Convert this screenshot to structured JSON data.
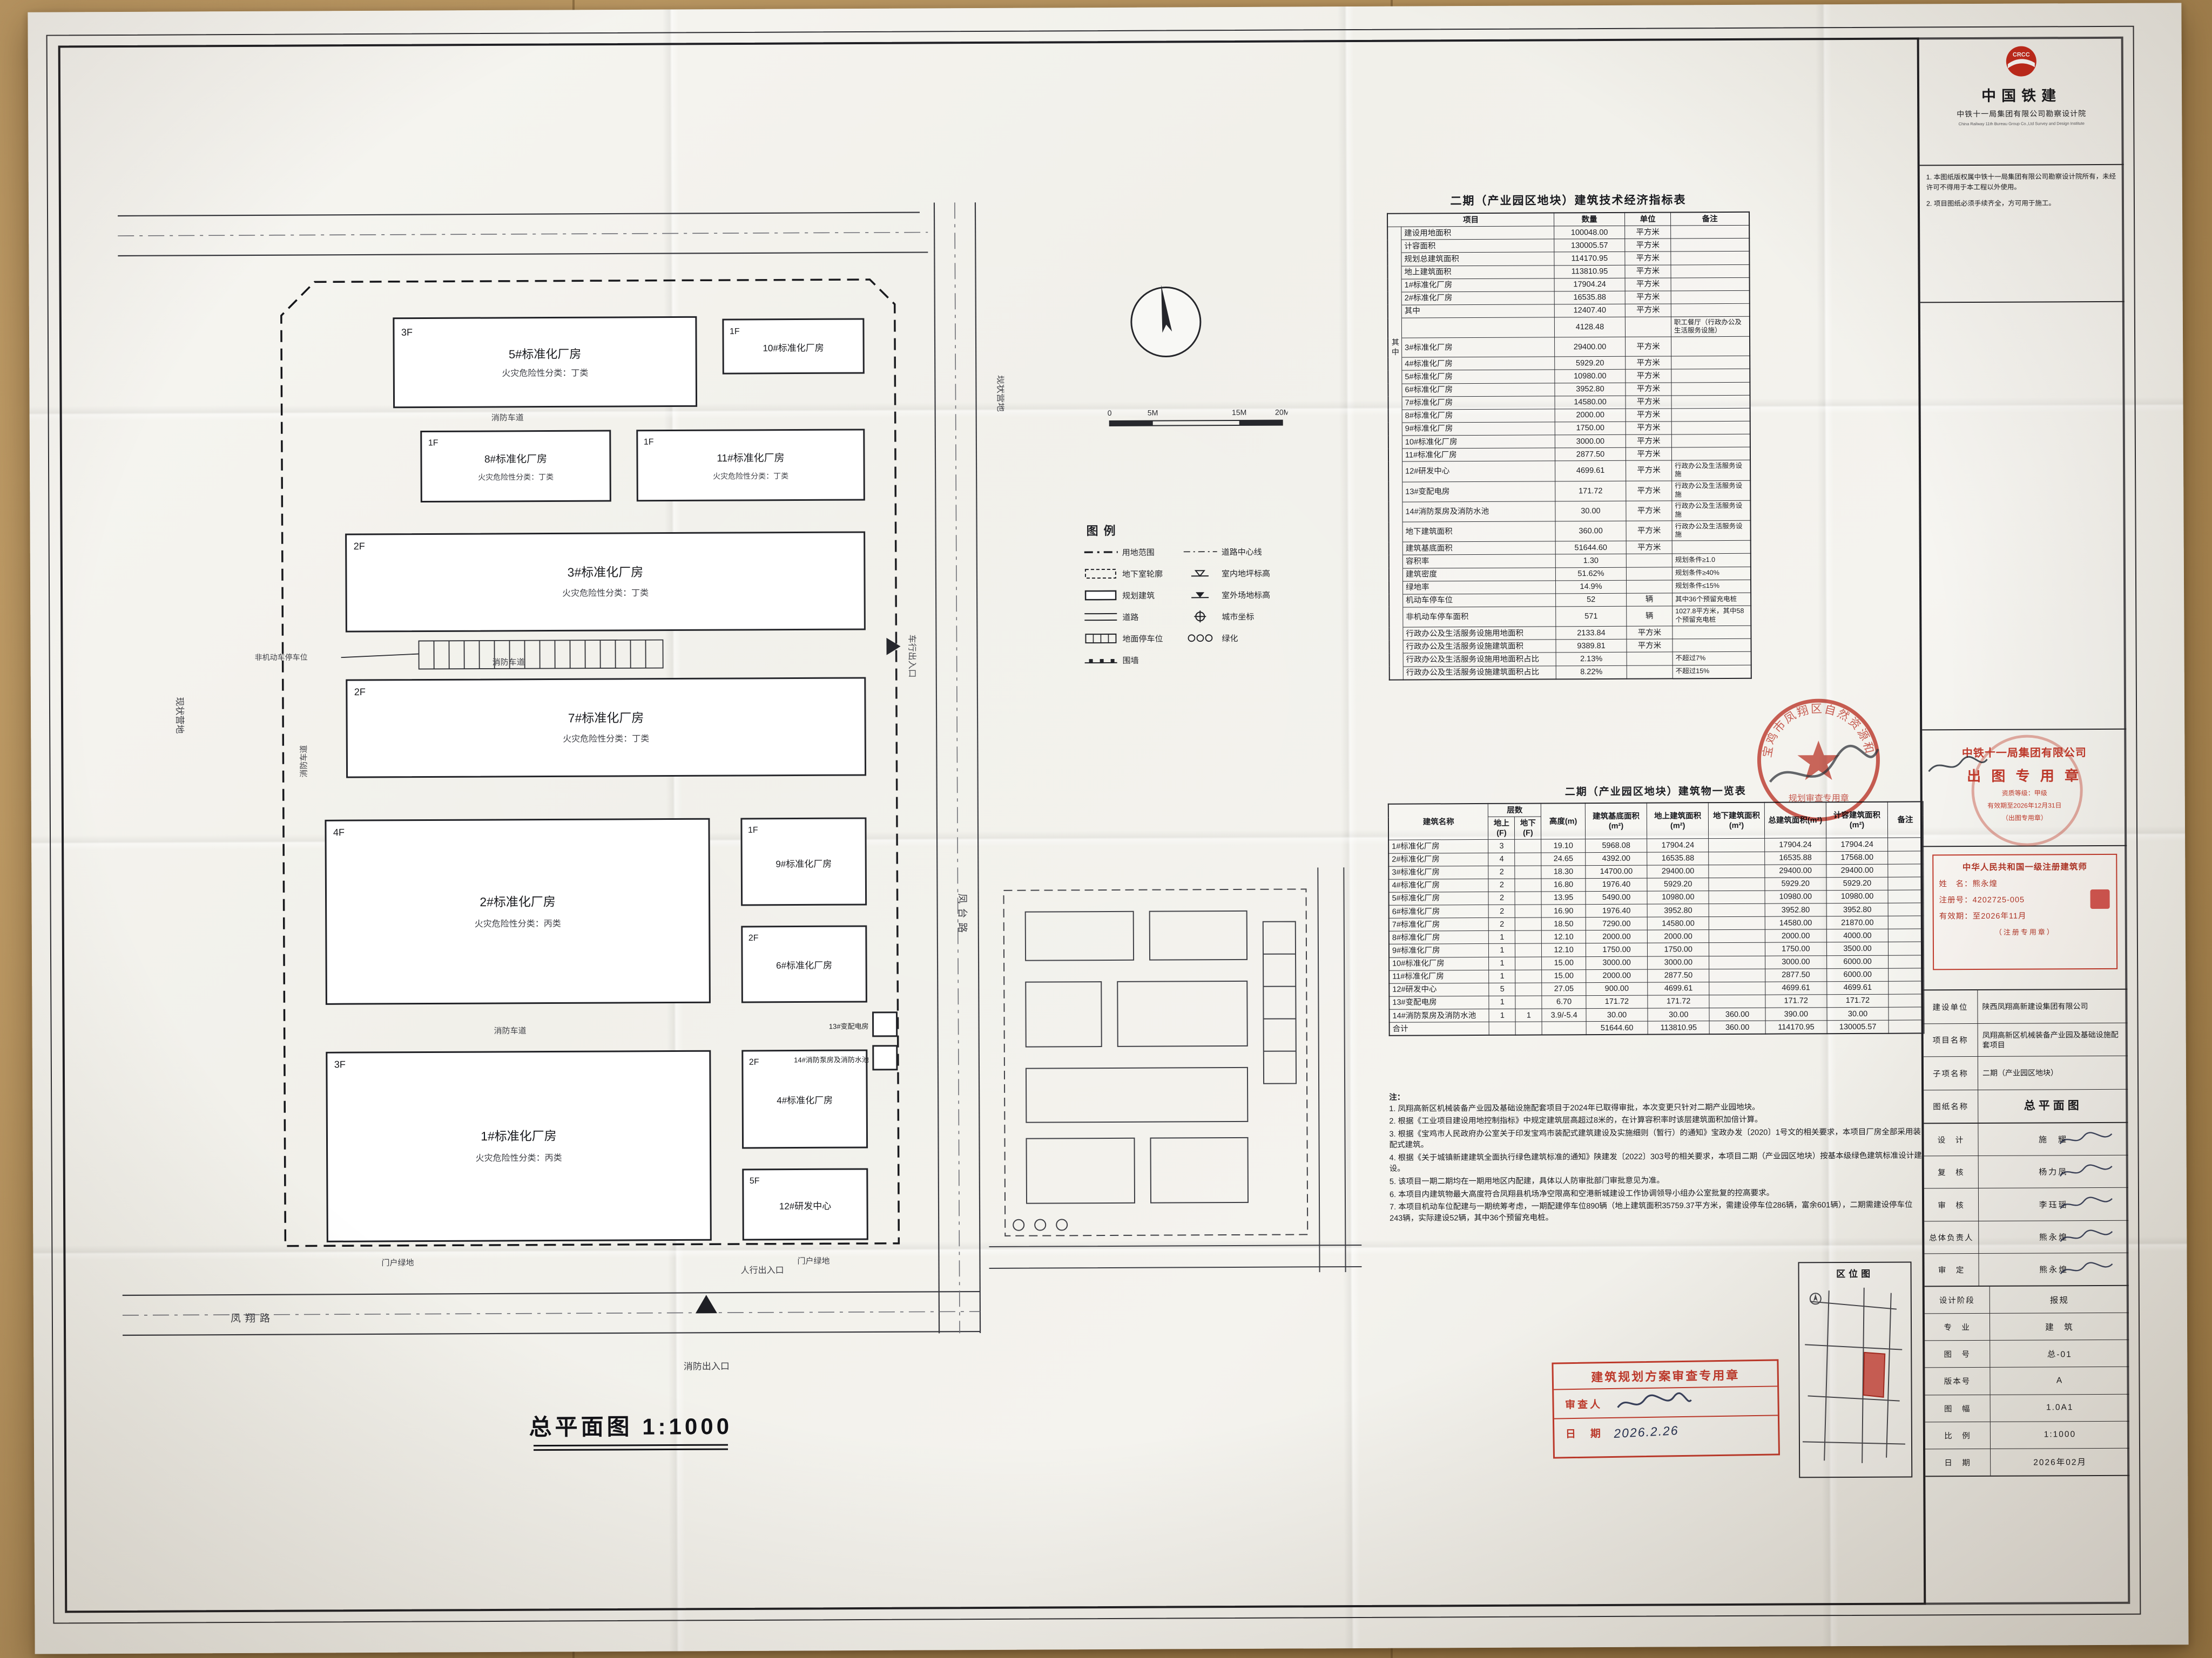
{
  "colors": {
    "stamp_red": "#c0392b",
    "surface": "#b9975f",
    "paper": "#f4f3ee",
    "ink": "#1f2430"
  },
  "econ": {
    "title": "二期（产业园区地块）建筑技术经济指标表",
    "headers": [
      "项目",
      "数量",
      "单位",
      "备注"
    ],
    "rows": [
      [
        "",
        "建设用地面积",
        "100048.00",
        "平方米",
        ""
      ],
      [
        "",
        "计容面积",
        "130005.57",
        "平方米",
        ""
      ],
      [
        "",
        "规划总建筑面积",
        "114170.95",
        "平方米",
        ""
      ],
      [
        "",
        "地上建筑面积",
        "113810.95",
        "平方米",
        ""
      ],
      [
        "",
        "1#标准化厂房",
        "17904.24",
        "平方米",
        ""
      ],
      [
        "",
        "2#标准化厂房",
        "16535.88",
        "平方米",
        ""
      ],
      [
        "",
        "其中",
        "12407.40",
        "平方米",
        ""
      ],
      [
        "",
        "",
        "4128.48",
        "",
        "职工餐厅（行政办公及生活服务设施）"
      ],
      [
        "其中",
        "3#标准化厂房",
        "29400.00",
        "平方米",
        ""
      ],
      [
        "",
        "4#标准化厂房",
        "5929.20",
        "平方米",
        ""
      ],
      [
        "",
        "5#标准化厂房",
        "10980.00",
        "平方米",
        ""
      ],
      [
        "",
        "6#标准化厂房",
        "3952.80",
        "平方米",
        ""
      ],
      [
        "",
        "7#标准化厂房",
        "14580.00",
        "平方米",
        ""
      ],
      [
        "",
        "8#标准化厂房",
        "2000.00",
        "平方米",
        ""
      ],
      [
        "",
        "9#标准化厂房",
        "1750.00",
        "平方米",
        ""
      ],
      [
        "",
        "10#标准化厂房",
        "3000.00",
        "平方米",
        ""
      ],
      [
        "",
        "11#标准化厂房",
        "2877.50",
        "平方米",
        ""
      ],
      [
        "",
        "12#研发中心",
        "4699.61",
        "平方米",
        "行政办公及生活服务设施"
      ],
      [
        "",
        "13#变配电房",
        "171.72",
        "平方米",
        "行政办公及生活服务设施"
      ],
      [
        "",
        "14#消防泵房及消防水池",
        "30.00",
        "平方米",
        "行政办公及生活服务设施"
      ],
      [
        "",
        "地下建筑面积",
        "360.00",
        "平方米",
        "行政办公及生活服务设施"
      ],
      [
        "",
        "建筑基底面积",
        "51644.60",
        "平方米",
        ""
      ],
      [
        "",
        "容积率",
        "1.30",
        "",
        "规划条件≥1.0"
      ],
      [
        "",
        "建筑密度",
        "51.62%",
        "",
        "规划条件≥40%"
      ],
      [
        "",
        "绿地率",
        "14.9%",
        "",
        "规划条件≤15%"
      ],
      [
        "",
        "机动车停车位",
        "52",
        "辆",
        "其中36个预留充电桩"
      ],
      [
        "",
        "非机动车停车面积",
        "571",
        "辆",
        "1027.8平方米，其中58个预留充电桩"
      ],
      [
        "",
        "行政办公及生活服务设施用地面积",
        "2133.84",
        "平方米",
        ""
      ],
      [
        "",
        "行政办公及生活服务设施建筑面积",
        "9389.81",
        "平方米",
        ""
      ],
      [
        "",
        "行政办公及生活服务设施用地面积占比",
        "2.13%",
        "",
        "不超过7%"
      ],
      [
        "",
        "行政办公及生活服务设施建筑面积占比",
        "8.22%",
        "",
        "不超过15%"
      ]
    ]
  },
  "buildings_table": {
    "title": "二期（产业园区地块）建筑物一览表",
    "headers": {
      "name": "建筑名称",
      "floors": "层数",
      "up": "地上(F)",
      "down": "地下(F)",
      "height": "高度(m)",
      "base": "建筑基底面积(m²)",
      "above": "地上建筑面积(m²)",
      "below": "地下建筑面积(m²)",
      "total": "总建筑面积(m²)",
      "capacity": "计容建筑面积(m²)",
      "note": "备注"
    },
    "rows": [
      [
        "1#标准化厂房",
        "3",
        "",
        "19.10",
        "5968.08",
        "17904.24",
        "",
        "17904.24",
        "17904.24",
        ""
      ],
      [
        "2#标准化厂房",
        "4",
        "",
        "24.65",
        "4392.00",
        "16535.88",
        "",
        "16535.88",
        "17568.00",
        ""
      ],
      [
        "3#标准化厂房",
        "2",
        "",
        "18.30",
        "14700.00",
        "29400.00",
        "",
        "29400.00",
        "29400.00",
        ""
      ],
      [
        "4#标准化厂房",
        "2",
        "",
        "16.80",
        "1976.40",
        "5929.20",
        "",
        "5929.20",
        "5929.20",
        ""
      ],
      [
        "5#标准化厂房",
        "2",
        "",
        "13.95",
        "5490.00",
        "10980.00",
        "",
        "10980.00",
        "10980.00",
        ""
      ],
      [
        "6#标准化厂房",
        "2",
        "",
        "16.90",
        "1976.40",
        "3952.80",
        "",
        "3952.80",
        "3952.80",
        ""
      ],
      [
        "7#标准化厂房",
        "2",
        "",
        "18.50",
        "7290.00",
        "14580.00",
        "",
        "14580.00",
        "21870.00",
        ""
      ],
      [
        "8#标准化厂房",
        "1",
        "",
        "12.10",
        "2000.00",
        "2000.00",
        "",
        "2000.00",
        "4000.00",
        ""
      ],
      [
        "9#标准化厂房",
        "1",
        "",
        "12.10",
        "1750.00",
        "1750.00",
        "",
        "1750.00",
        "3500.00",
        ""
      ],
      [
        "10#标准化厂房",
        "1",
        "",
        "15.00",
        "3000.00",
        "3000.00",
        "",
        "3000.00",
        "6000.00",
        ""
      ],
      [
        "11#标准化厂房",
        "1",
        "",
        "15.00",
        "2000.00",
        "2877.50",
        "",
        "2877.50",
        "6000.00",
        ""
      ],
      [
        "12#研发中心",
        "5",
        "",
        "27.05",
        "900.00",
        "4699.61",
        "",
        "4699.61",
        "4699.61",
        ""
      ],
      [
        "13#变配电房",
        "1",
        "",
        "6.70",
        "171.72",
        "171.72",
        "",
        "171.72",
        "171.72",
        ""
      ],
      [
        "14#消防泵房及消防水池",
        "1",
        "1",
        "3.9/-5.4",
        "30.00",
        "30.00",
        "360.00",
        "390.00",
        "30.00",
        ""
      ],
      [
        "合计",
        "",
        "",
        "",
        "51644.60",
        "113810.95",
        "360.00",
        "114170.95",
        "130005.57",
        ""
      ]
    ]
  },
  "notes": {
    "title": "注：",
    "items": [
      "1. 凤翔高新区机械装备产业园及基础设施配套项目于2024年已取得审批，本次变更只针对二期产业园地块。",
      "2. 根据《工业项目建设用地控制指标》中规定建筑层高超过8米的，在计算容积率时该层建筑面积加倍计算。",
      "3. 根据《宝鸡市人民政府办公室关于印发宝鸡市装配式建筑建设及实施细则（暂行）的通知》宝政办发〔2020〕1号文的相关要求，本项目厂房全部采用装配式建筑。",
      "4. 根据《关于城镇新建建筑全面执行绿色建筑标准的通知》陕建发〔2022〕303号的相关要求，本项目二期（产业园区地块）按基本级绿色建筑标准设计建设。",
      "5. 该项目一期二期均在一期用地区内配建，具体以人防审批部门审批意见为准。",
      "6. 本项目内建筑物最大高度符合凤翔县机场净空限高和空港新城建设工作协调领导小组办公室批复的控高要求。",
      "7. 本项目机动车位配建与一期统筹考虑，一期配建停车位890辆（地上建筑面积35759.37平方米，需建设停车位286辆，富余601辆），二期需建设停车位243辆，实际建设52辆，其中36个预留充电桩。"
    ]
  },
  "legend": {
    "title": "图例",
    "items": [
      "用地范围",
      "地下室轮廓",
      "规划建筑",
      "道路",
      "地面停车位",
      "围墙",
      "道路中心线",
      "室内地坪标高",
      "室外场地标高",
      "城市坐标",
      "绿化"
    ]
  },
  "plan": {
    "title": "总平面图 1:1000",
    "scale_ticks": [
      "0",
      "5M",
      "15M",
      "20M"
    ],
    "buildings": [
      {
        "floors": "3F",
        "name": "5#标准化厂房",
        "fire": "火灾危险性分类：丁类"
      },
      {
        "floors": "1F",
        "name": "10#标准化厂房",
        "fire": ""
      },
      {
        "floors": "1F",
        "name": "8#标准化厂房",
        "fire": "火灾危险性分类：丁类"
      },
      {
        "floors": "1F",
        "name": "11#标准化厂房",
        "fire": "火灾危险性分类：丁类"
      },
      {
        "floors": "2F",
        "name": "3#标准化厂房",
        "fire": "火灾危险性分类：丁类"
      },
      {
        "floors": "2F",
        "name": "7#标准化厂房",
        "fire": "火灾危险性分类：丁类"
      },
      {
        "floors": "4F",
        "name": "2#标准化厂房",
        "fire": "火灾危险性分类：丙类"
      },
      {
        "floors": "1F",
        "name": "9#标准化厂房",
        "fire": ""
      },
      {
        "floors": "2F",
        "name": "6#标准化厂房",
        "fire": ""
      },
      {
        "floors": "3F",
        "name": "1#标准化厂房",
        "fire": "火灾危险性分类：丙类"
      },
      {
        "floors": "2F",
        "name": "4#标准化厂房",
        "fire": ""
      },
      {
        "floors": "5F",
        "name": "12#研发中心",
        "fire": ""
      },
      {
        "floors": "",
        "name": "13#变配电房",
        "fire": ""
      },
      {
        "floors": "",
        "name": "14#消防泵房及消防水池",
        "fire": ""
      }
    ],
    "labels": {
      "fire_lane": "消防车道",
      "camp_left": "现状营地",
      "camp_right": "现状营地",
      "road_bottom": "凤翔路",
      "road_right": "凤台路",
      "entry_vehicle": "车行出入口",
      "entry_person": "人行出入口",
      "entry_fire": "消防出入口",
      "gate_green_1": "门户绿地",
      "gate_green_2": "门户绿地",
      "bike_parking": "非机动车停车位"
    }
  },
  "stamps": {
    "round": {
      "arc_text": "宝鸡市凤翔区自然资源和规划局",
      "bottom_text": "规划审查专用章"
    },
    "chutu": {
      "company": "中铁十一局集团有限公司",
      "title": "出 图 专 用 章",
      "line1": "资质等级：甲级",
      "line2": "有效期至2026年12月31日",
      "line3": "（出图专用章）"
    },
    "architect": {
      "title": "中华人民共和国一级注册建筑师",
      "name_row": "姓　名：熊永煌",
      "reg_row": "注册号：4202725-005",
      "valid_row": "有效期：至2026年11月",
      "footer": "（注册专用章）"
    },
    "review": {
      "title": "建筑规划方案审查专用章",
      "reviewer_label": "审查人",
      "date_label": "日　期",
      "date": "2026.2.26"
    }
  },
  "titleblock": {
    "brand": "中国铁建",
    "company": "中铁十一局集团有限公司勘察设计院",
    "company_en": "China Railway 11th Bureau Group Co.,Ltd Survey and Design Institute",
    "notes": [
      "1. 本图纸版权属中铁十一局集团有限公司勘察设计院所有，未经许可不得用于本工程以外使用。",
      "2. 项目图纸必须手续齐全，方可用于施工。"
    ],
    "fields": [
      {
        "label": "建设单位",
        "value": "陕西凤翔高新建设集团有限公司"
      },
      {
        "label": "项目名称",
        "value": "凤翔高新区机械装备产业园及基础设施配套项目"
      },
      {
        "label": "子项名称",
        "value": "二期（产业园区地块）"
      },
      {
        "label": "图纸名称",
        "value": "总平面图"
      }
    ],
    "people": [
      {
        "label": "设　计",
        "value": "施　耀"
      },
      {
        "label": "复　核",
        "value": "杨力凤"
      },
      {
        "label": "审　核",
        "value": "李珏瑶"
      },
      {
        "label": "总体负责人",
        "value": "熊永煌"
      },
      {
        "label": "审　定",
        "value": "熊永煌"
      }
    ],
    "meta": [
      {
        "label": "设计阶段",
        "value": "报规"
      },
      {
        "label": "专　业",
        "value": "建　筑"
      },
      {
        "label": "图　号",
        "value": "总-01"
      },
      {
        "label": "版本号",
        "value": "A"
      },
      {
        "label": "图　幅",
        "value": "1.0A1"
      },
      {
        "label": "比　例",
        "value": "1:1000"
      },
      {
        "label": "日　期",
        "value": "2026年02月"
      }
    ],
    "locmap_title": "区位图"
  }
}
